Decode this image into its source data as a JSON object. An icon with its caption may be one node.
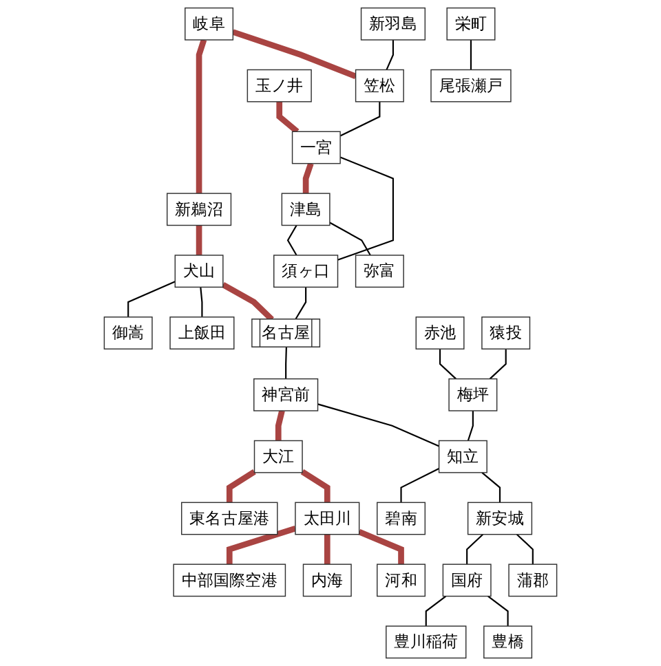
{
  "diagram": {
    "nodes": [
      {
        "text": [
          "岐阜"
        ]
      },
      {
        "text": [
          "新鵜沼"
        ]
      },
      {
        "text": [
          "新羽島"
        ]
      },
      {
        "text": [
          "笠松"
        ]
      },
      {
        "text": [
          "犬山"
        ]
      },
      {
        "text": [
          "御嵩"
        ]
      },
      {
        "text": [
          "玉ノ井"
        ]
      },
      {
        "text": [
          "一宮"
        ]
      },
      {
        "text": [
          "尾張瀬戸"
        ]
      },
      {
        "text": [
          "上飯田"
        ]
      },
      {
        "text": [
          "津島"
        ]
      },
      {
        "text": [
          "須ヶ口"
        ]
      },
      {
        "text": [
          "栄町"
        ]
      },
      {
        "text": [
          "名古屋"
        ]
      },
      {
        "text": [
          "弥富"
        ]
      },
      {
        "text": [
          "神宮前"
        ]
      },
      {
        "text": [
          "赤池"
        ]
      },
      {
        "text": [
          "猿投"
        ]
      },
      {
        "text": [
          "梅坪"
        ]
      },
      {
        "text": [
          "大江"
        ]
      },
      {
        "text": [
          "東名古屋港"
        ]
      },
      {
        "text": [
          "太田川"
        ]
      },
      {
        "text": [
          "知立"
        ]
      },
      {
        "text": [
          "新安城"
        ]
      },
      {
        "text": [
          "碧南"
        ]
      },
      {
        "text": [
          "中部国際空港"
        ]
      },
      {
        "text": [
          "国府"
        ]
      },
      {
        "text": [
          "豊川稲荷"
        ]
      },
      {
        "text": [
          "内海"
        ]
      },
      {
        "text": [
          "河和"
        ]
      },
      {
        "text": [
          "蒲郡"
        ]
      },
      {
        "text": [
          "豊橋"
        ]
      }
    ],
    "edges": [
      {
        "from": 0,
        "to": 1,
        "arrow": "none",
        "style": "thick",
        "color": "#a94442"
      },
      {
        "from": 0,
        "to": 3,
        "arrow": "none",
        "style": "thick",
        "color": "#a94442"
      },
      {
        "from": 1,
        "to": 4,
        "arrow": "none",
        "style": "thick",
        "color": "#a94442"
      },
      {
        "from": 2,
        "to": 3,
        "arrow": "none"
      },
      {
        "from": 4,
        "to": 5,
        "arrow": "none"
      },
      {
        "from": 3,
        "to": 7,
        "arrow": "none"
      },
      {
        "from": 6,
        "to": 7,
        "arrow": "none",
        "style": "thick",
        "color": "#a94442"
      },
      {
        "from": 7,
        "to": 10,
        "arrow": "none",
        "style": "thick",
        "color": "#a94442"
      },
      {
        "from": 7,
        "to": 11,
        "arrow": "none"
      },
      {
        "from": 4,
        "to": 9,
        "arrow": "none"
      },
      {
        "from": 4,
        "to": 13,
        "arrow": "none",
        "style": "thick",
        "color": "#a94442"
      },
      {
        "from": 10,
        "to": 11,
        "arrow": "none"
      },
      {
        "from": 11,
        "to": 13,
        "arrow": "none"
      },
      {
        "from": 12,
        "to": 8,
        "arrow": "none"
      },
      {
        "from": 10,
        "to": 14,
        "arrow": "none"
      },
      {
        "from": 13,
        "to": 15,
        "arrow": "none"
      },
      {
        "from": 16,
        "to": 18,
        "arrow": "none"
      },
      {
        "from": 17,
        "to": 18,
        "arrow": "none"
      },
      {
        "from": 15,
        "to": 19,
        "arrow": "none",
        "style": "thick",
        "color": "#a94442"
      },
      {
        "from": 19,
        "to": 20,
        "arrow": "none",
        "style": "thick",
        "color": "#a94442"
      },
      {
        "from": 19,
        "to": 21,
        "arrow": "none",
        "style": "thick",
        "color": "#a94442"
      },
      {
        "from": 15,
        "to": 22,
        "arrow": "none"
      },
      {
        "from": 18,
        "to": 22,
        "arrow": "none"
      },
      {
        "from": 21,
        "to": 25,
        "arrow": "none",
        "style": "thick",
        "color": "#a94442"
      },
      {
        "from": 22,
        "to": 24,
        "arrow": "none"
      },
      {
        "from": 22,
        "to": 23,
        "arrow": "none"
      },
      {
        "from": 21,
        "to": 28,
        "arrow": "none",
        "style": "thick",
        "color": "#a94442"
      },
      {
        "from": 21,
        "to": 29,
        "arrow": "none",
        "style": "thick",
        "color": "#a94442"
      },
      {
        "from": 23,
        "to": 26,
        "arrow": "none"
      },
      {
        "from": 23,
        "to": 30,
        "arrow": "none"
      },
      {
        "from": 26,
        "to": 27,
        "arrow": "none"
      },
      {
        "from": 26,
        "to": 31,
        "arrow": "none"
      }
    ]
  }
}
